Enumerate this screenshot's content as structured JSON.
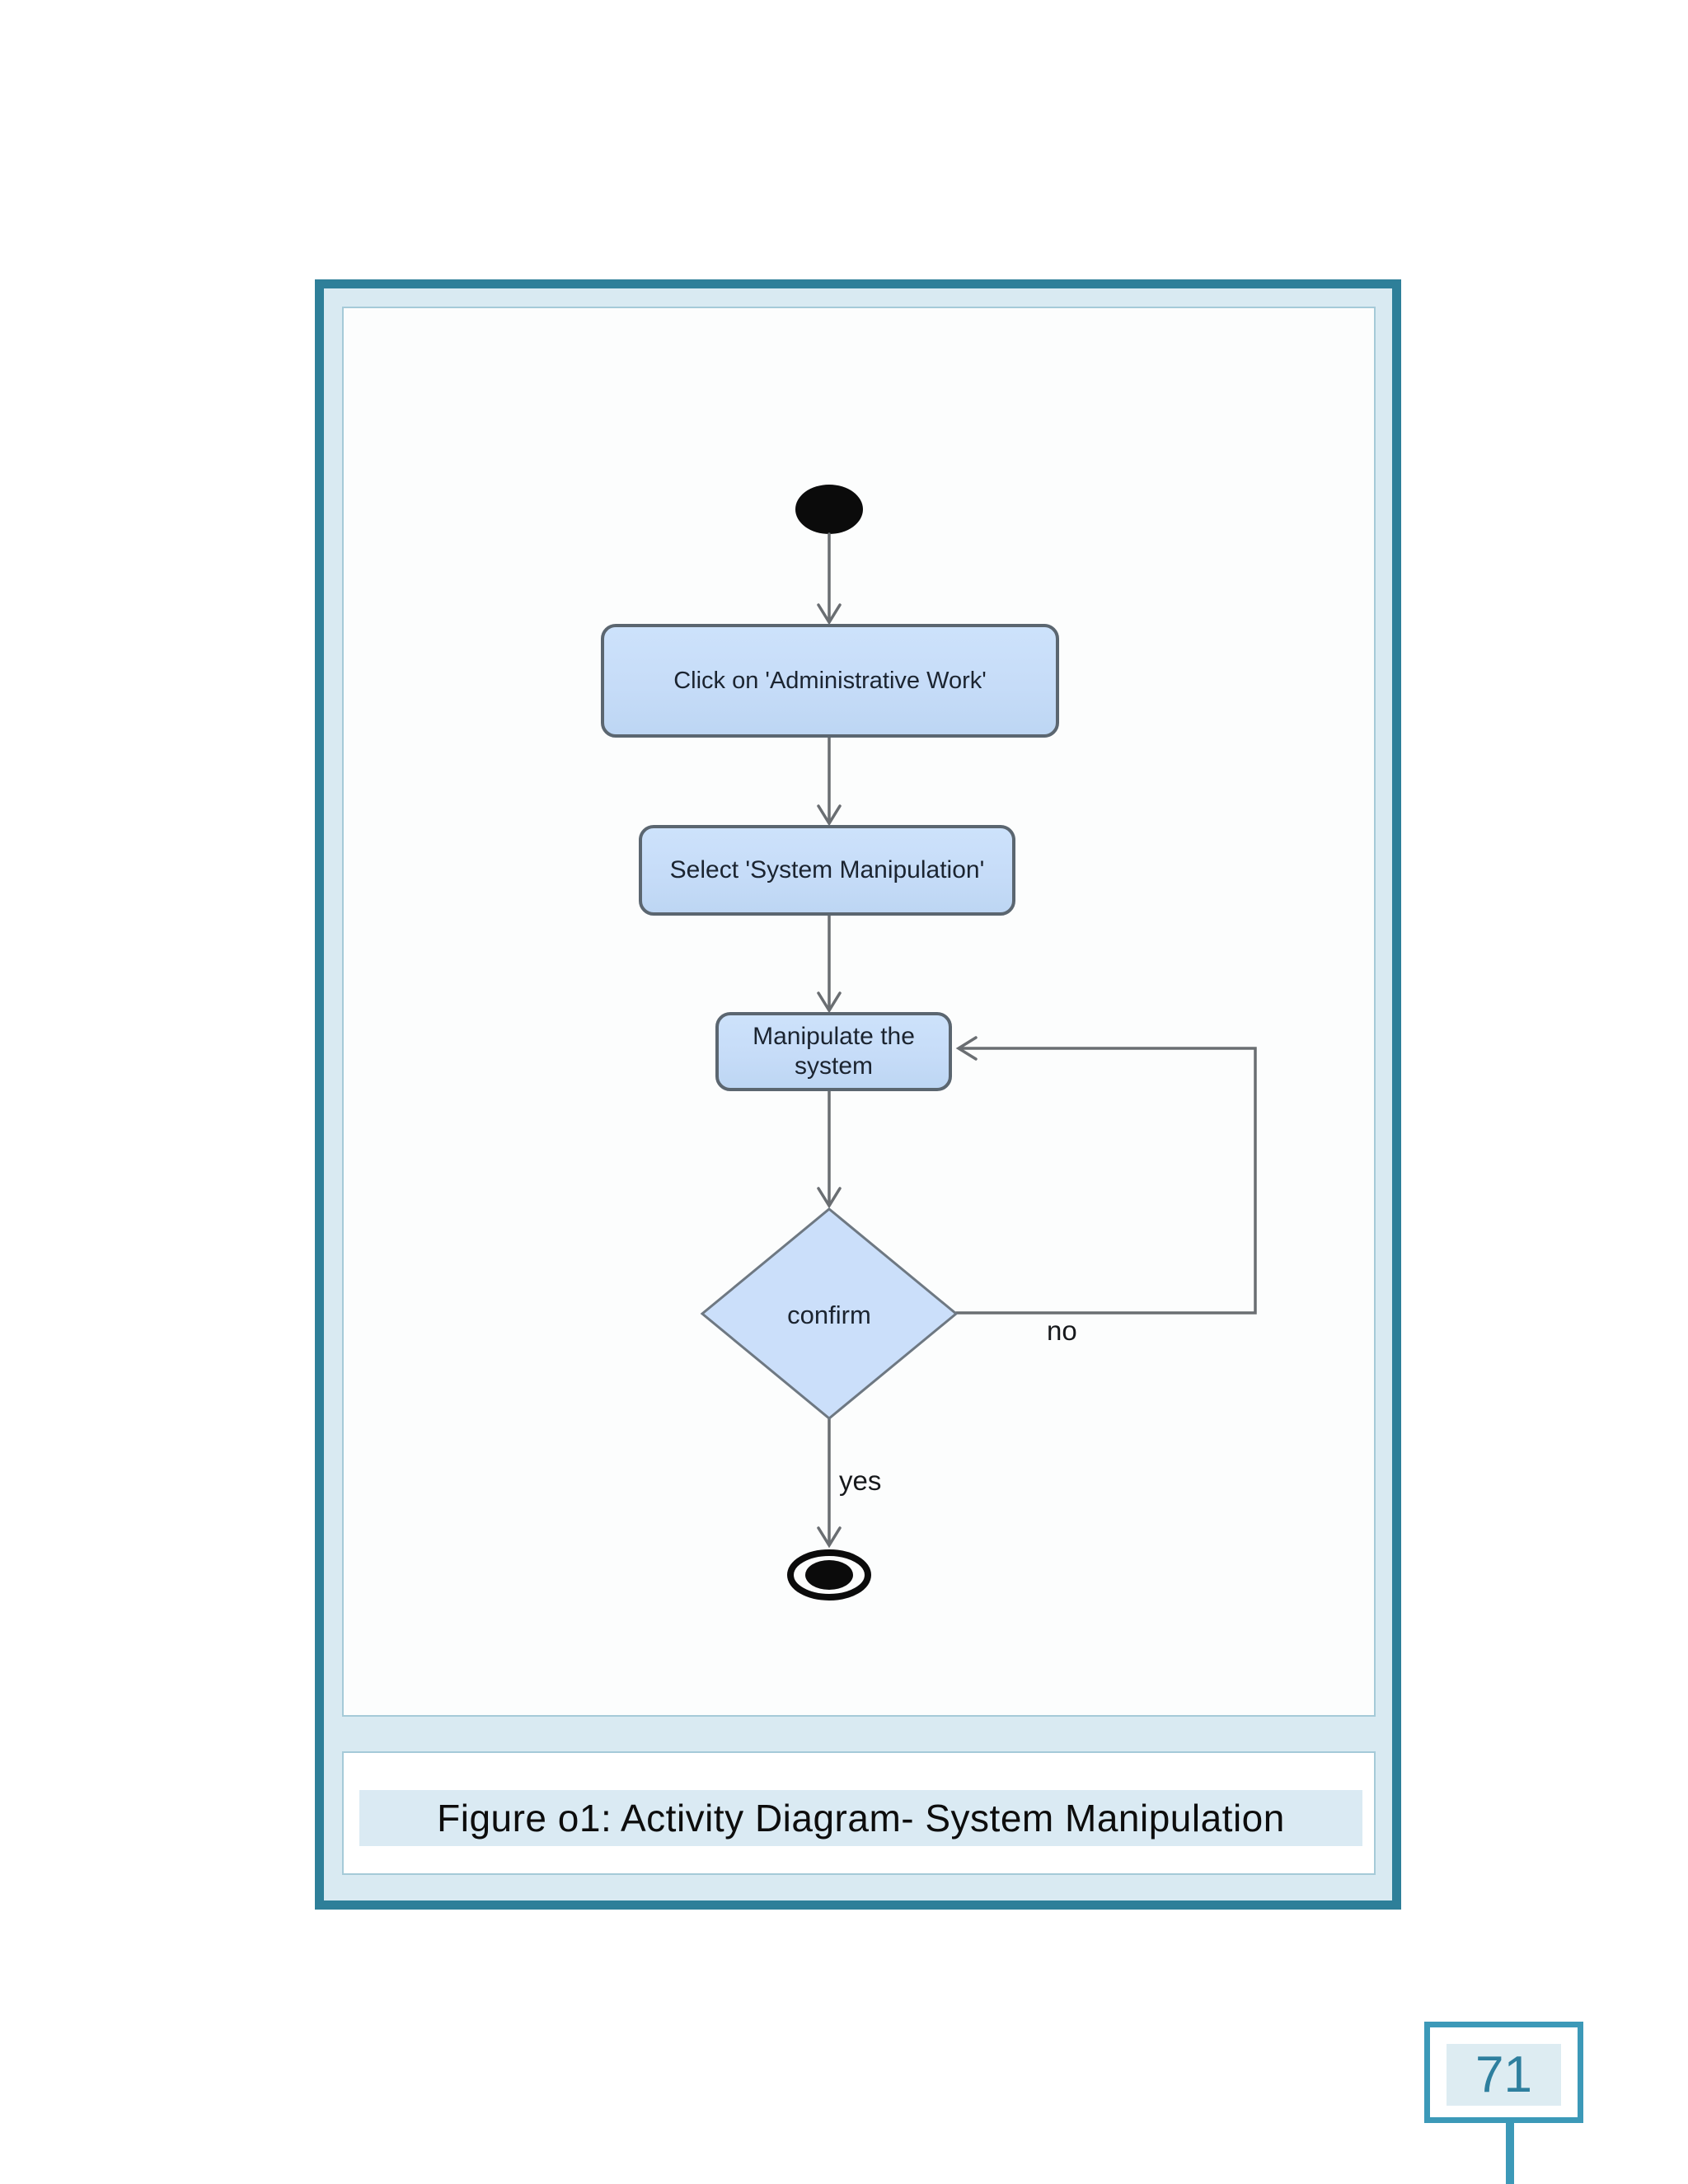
{
  "page": {
    "number": "71"
  },
  "figure": {
    "caption": "Figure o1: Activity Diagram- System Manipulation"
  },
  "diagram": {
    "type": "uml-activity-flowchart",
    "nodes": {
      "start": "initial-node",
      "action1": "Click on 'Administrative Work'",
      "action2": "Select 'System Manipulation'",
      "action3_line1": "Manipulate the",
      "action3_line2": "system",
      "decision": "confirm",
      "end": "final-node"
    },
    "edge_labels": {
      "yes": "yes",
      "no": "no"
    },
    "flow": [
      "start -> action1",
      "action1 -> action2",
      "action2 -> action3",
      "action3 -> decision",
      "decision -yes-> end",
      "decision -no-> action3"
    ]
  },
  "colors": {
    "frame_border": "#2e7f99",
    "frame_fill": "#d9eaf2",
    "panel_border": "#a5cad8",
    "node_fill": "#c8ddf8",
    "node_border": "#5b6670",
    "connector": "#6a6e72",
    "caption_strip": "#daeaf3",
    "badge_border": "#3c99b8",
    "badge_fill": "#ddecf2",
    "badge_text": "#2e7f9e"
  }
}
